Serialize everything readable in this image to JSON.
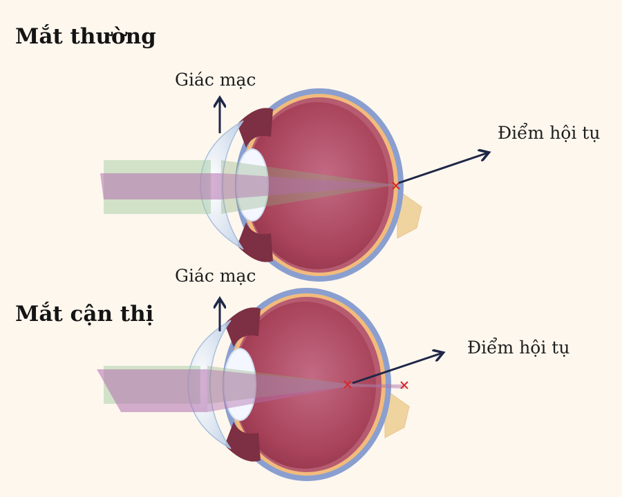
{
  "normal_eye": {
    "title": "Mắt thường",
    "cornea_label": "Giác mạc",
    "focus_label": "Điểm hội tụ"
  },
  "myopic_eye": {
    "title": "Mắt cận thị",
    "cornea_label": "Giác mạc",
    "focus_label": "Điểm hội tụ"
  },
  "colors": {
    "background": "#fdf7ee",
    "sclera": "#8a9fd0",
    "retina": "#f2bb7c",
    "eye_interior": "#a8435a",
    "optic_nerve": "#f0d4a0",
    "lens": "#f2f6ff",
    "cornea": "#c8d9ee",
    "green_beam": "#9cc79a",
    "purple_beam": "#b26fae",
    "focus_mark": "#d42a2a",
    "arrow": "#1e2747"
  },
  "icons": [
    "up-arrow-icon",
    "diagonal-arrow-icon",
    "focus-cross-icon"
  ]
}
